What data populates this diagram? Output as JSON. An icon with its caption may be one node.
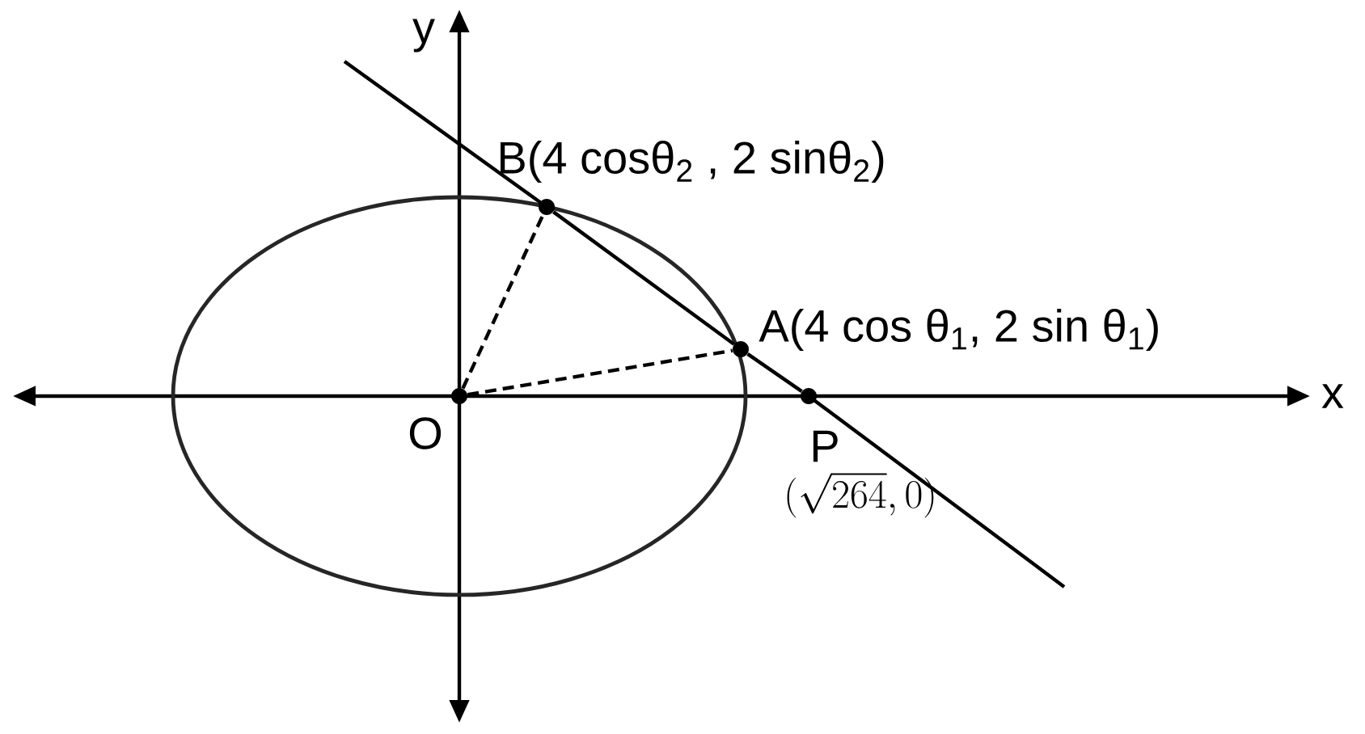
{
  "diagram": {
    "nodes": [
      {
        "text": [
          "O"
        ]
      },
      {
        "text": [
          "B(4 cosθ$_{2}$ , 2 sinθ$_{2}$)"
        ]
      },
      {
        "text": [
          "A(4 cos θ$_{1}$, 2 sin θ$_{1}$)"
        ]
      },
      {
        "text": [
          "P"
        ]
      }
    ],
    "edges": [
      {
        "from": 0,
        "to": 1,
        "arrow": "none",
        "style": "dashed"
      },
      {
        "from": 0,
        "to": 2,
        "arrow": "none",
        "style": "dashed"
      },
      {
        "from": 1,
        "to": 2,
        "arrow": "none"
      },
      {
        "from": 2,
        "to": 3,
        "arrow": "none"
      }
    ],
    "labels": [
      "y",
      "x",
      "(\\sqrt{264},0)"
    ]
  }
}
